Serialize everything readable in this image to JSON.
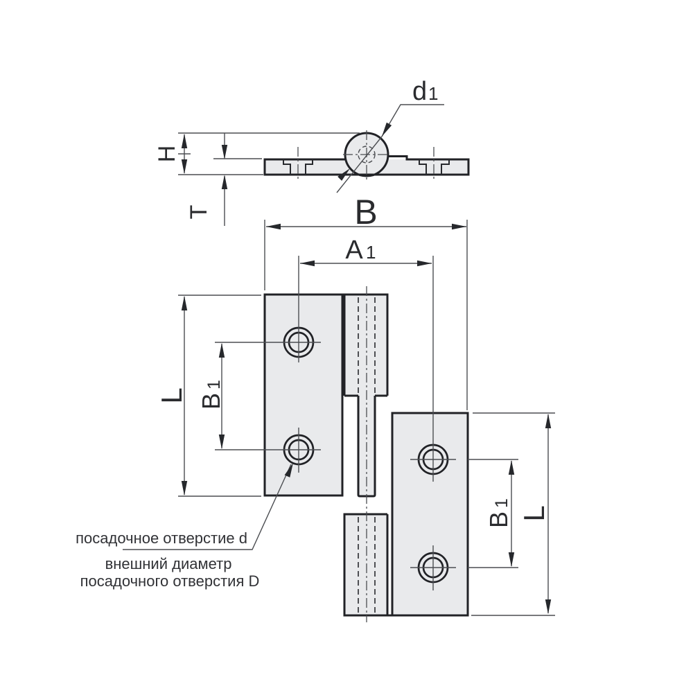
{
  "dims": {
    "H": "H",
    "T": "T",
    "B": "B",
    "L": "L",
    "d1": {
      "main": "d",
      "sub": "1"
    },
    "A1": {
      "main": "A",
      "sub": "1"
    },
    "B1": {
      "main": "B",
      "sub": "1"
    }
  },
  "annotations": {
    "hole_d": "посадочное отверстие d",
    "outer_d_line1": "внешний диаметр",
    "outer_d_line2": "посадочного отверстия D"
  },
  "colors": {
    "background": "#ffffff",
    "part_fill": "#e9eaec",
    "outline": "#212226",
    "dim_line": "#4b4d51",
    "text": "#2a2b2e"
  }
}
